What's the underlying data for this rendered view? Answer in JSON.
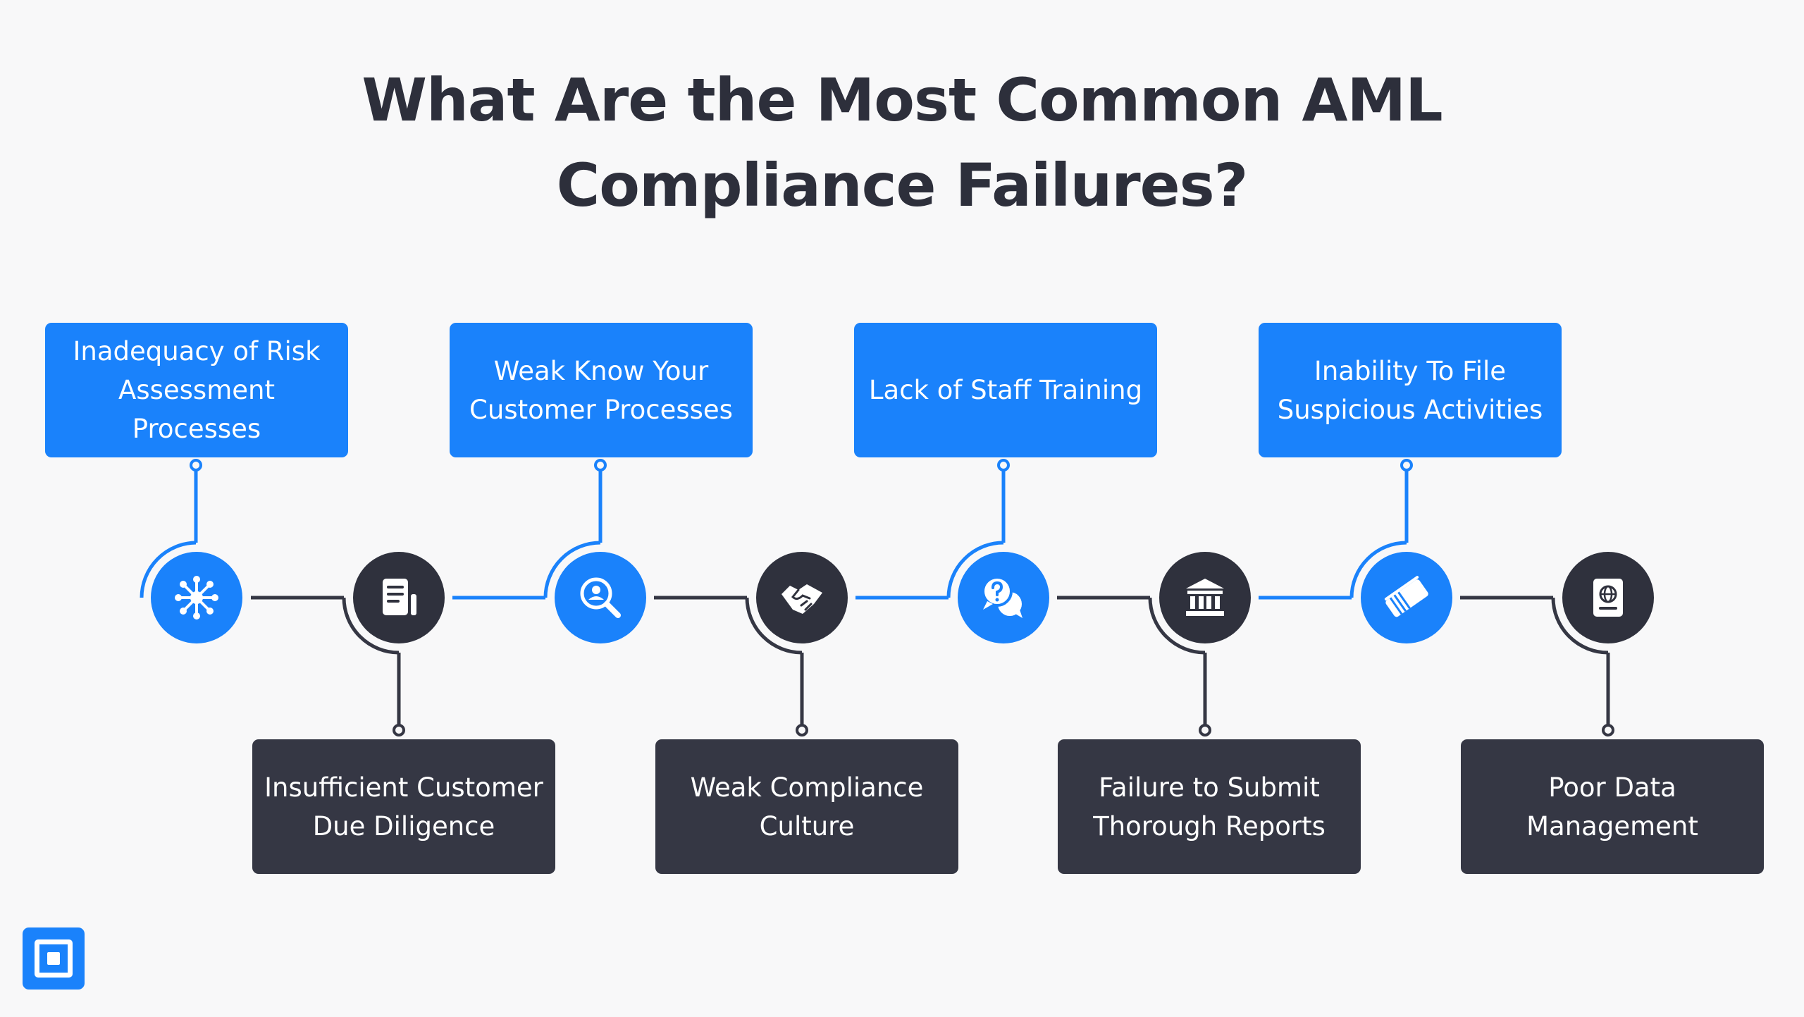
{
  "title": {
    "line1": "What Are the Most Common AML",
    "line2": "Compliance Failures?"
  },
  "colors": {
    "blue": "#1a82fb",
    "dark": "#353744",
    "background": "#f8f8f9",
    "line_dark": "#353744"
  },
  "steps": [
    {
      "label": "Inadequacy of Risk Assessment Processes",
      "icon": "network-hub-icon",
      "position": "top",
      "color": "blue"
    },
    {
      "label": "Insufficient Customer Due Diligence",
      "icon": "document-report-icon",
      "position": "bottom",
      "color": "dark"
    },
    {
      "label": "Weak Know Your Customer Processes",
      "icon": "user-search-icon",
      "position": "top",
      "color": "blue"
    },
    {
      "label": "Weak Compliance Culture",
      "icon": "handshake-icon",
      "position": "bottom",
      "color": "dark"
    },
    {
      "label": "Lack of Staff Training",
      "icon": "question-chat-icon",
      "position": "top",
      "color": "blue"
    },
    {
      "label": "Failure to Submit Thorough Reports",
      "icon": "bank-building-icon",
      "position": "bottom",
      "color": "dark"
    },
    {
      "label": "Inability To File Suspicious Activities",
      "icon": "cash-bundle-icon",
      "position": "top",
      "color": "blue"
    },
    {
      "label": "Poor Data Management",
      "icon": "passport-icon",
      "position": "bottom",
      "color": "dark"
    }
  ],
  "logo": {
    "icon": "square-logo-icon"
  }
}
